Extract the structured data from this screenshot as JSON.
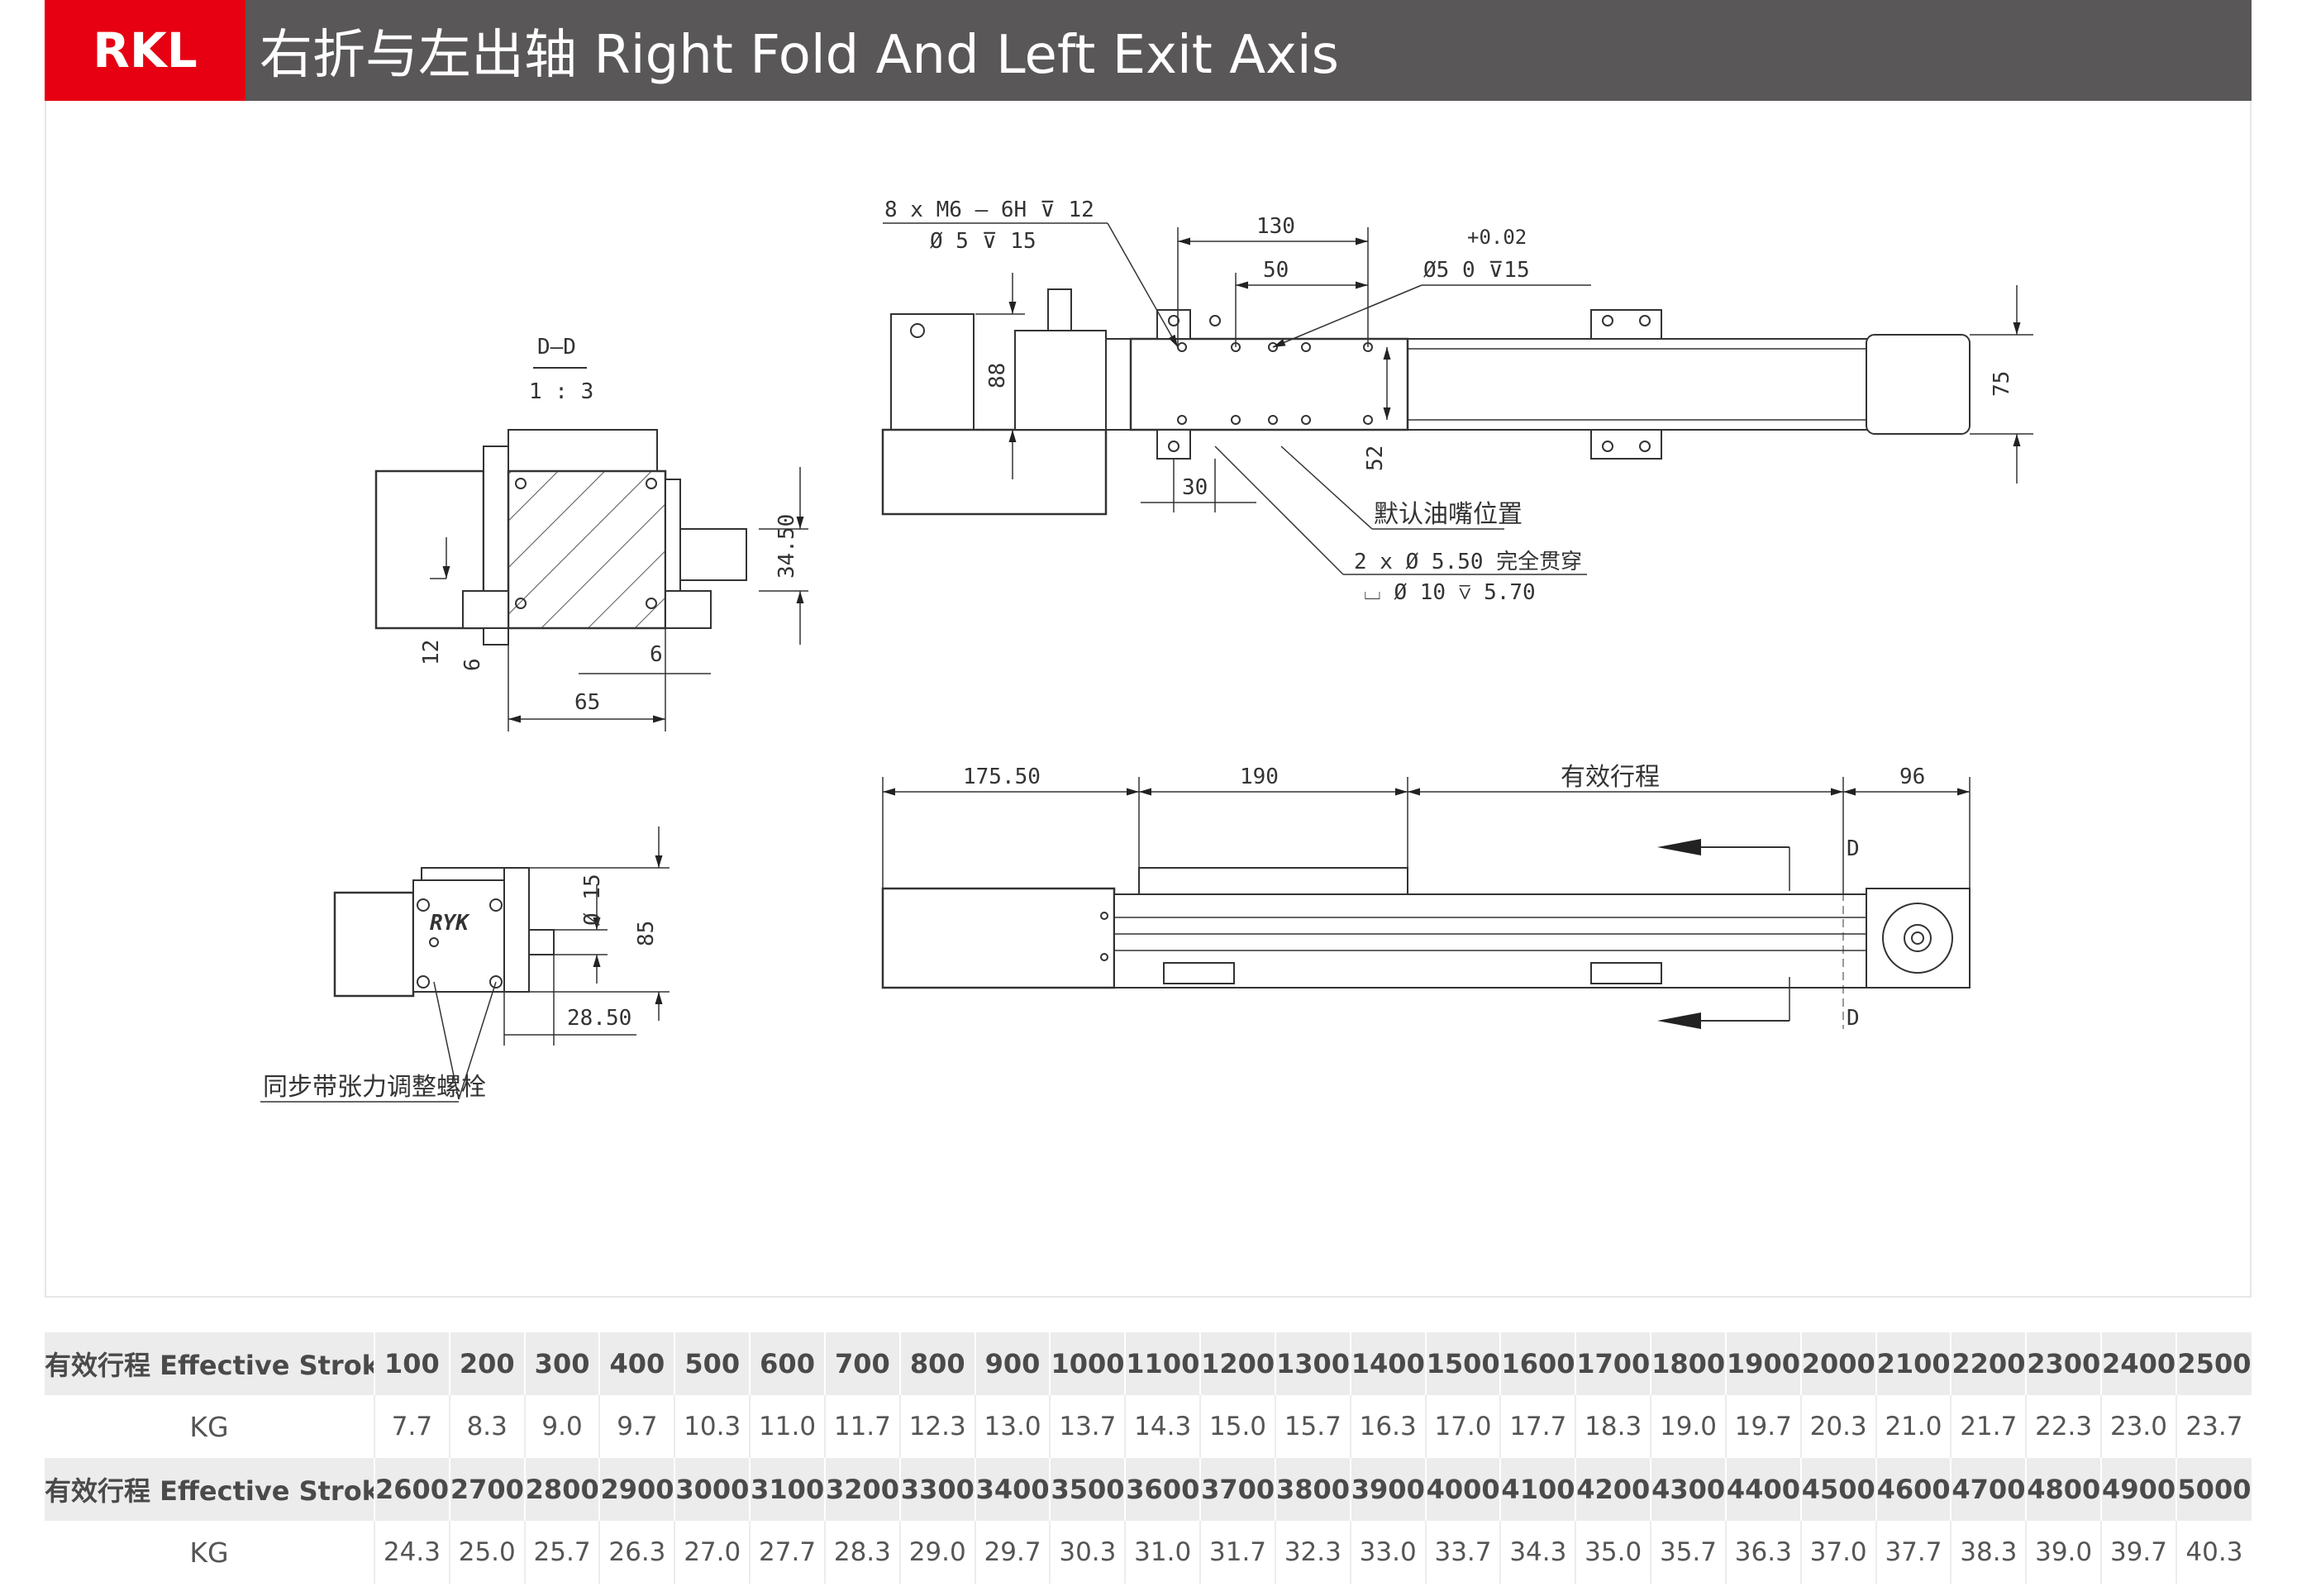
{
  "header": {
    "badge": "RKL",
    "title": "右折与左出轴 Right Fold And Left Exit Axis"
  },
  "drawing": {
    "section_view": {
      "label": "D–D",
      "scale": "1 : 3"
    },
    "dimensions": {
      "d130": "130",
      "d50": "50",
      "d88": "88",
      "d75": "75",
      "d52": "52",
      "d30": "30",
      "d34_50": "34.50",
      "d12": "12",
      "d6a": "6",
      "d6b": "6",
      "d65": "65",
      "d175_50": "175.50",
      "d190": "190",
      "d96": "96",
      "d_phi15": "Ø 15",
      "d85": "85",
      "d28_50": "28.50"
    },
    "callouts": {
      "thread_line1": "8 x  M6 – 6H ⊽ 12",
      "thread_line2": "Ø 5 ⊽ 15",
      "pin_tol": "+0.02",
      "pin_line": "Ø5   0   ⊽15",
      "grease": "默认油嘴位置",
      "hole_line1": "2 x  Ø 5.50 完全贯穿",
      "hole_line2": "⌴ Ø 10 ⊽ 5.70",
      "stroke": "有效行程",
      "section_mark_top": "D",
      "section_mark_bottom": "D",
      "tension_bolt": "同步带张力调整螺栓",
      "logo": "RYK"
    }
  },
  "table": {
    "rows": [
      {
        "kind": "stroke",
        "label": "有效行程 Effective Stroke",
        "values": [
          "100",
          "200",
          "300",
          "400",
          "500",
          "600",
          "700",
          "800",
          "900",
          "1000",
          "1100",
          "1200",
          "1300",
          "1400",
          "1500",
          "1600",
          "1700",
          "1800",
          "1900",
          "2000",
          "2100",
          "2200",
          "2300",
          "2400",
          "2500"
        ]
      },
      {
        "kind": "kg",
        "label": "KG",
        "values": [
          "7.7",
          "8.3",
          "9.0",
          "9.7",
          "10.3",
          "11.0",
          "11.7",
          "12.3",
          "13.0",
          "13.7",
          "14.3",
          "15.0",
          "15.7",
          "16.3",
          "17.0",
          "17.7",
          "18.3",
          "19.0",
          "19.7",
          "20.3",
          "21.0",
          "21.7",
          "22.3",
          "23.0",
          "23.7"
        ]
      },
      {
        "kind": "stroke",
        "label": "有效行程 Effective Stroke",
        "values": [
          "2600",
          "2700",
          "2800",
          "2900",
          "3000",
          "3100",
          "3200",
          "3300",
          "3400",
          "3500",
          "3600",
          "3700",
          "3800",
          "3900",
          "4000",
          "4100",
          "4200",
          "4300",
          "4400",
          "4500",
          "4600",
          "4700",
          "4800",
          "4900",
          "5000"
        ]
      },
      {
        "kind": "kg",
        "label": "KG",
        "values": [
          "24.3",
          "25.0",
          "25.7",
          "26.3",
          "27.0",
          "27.7",
          "28.3",
          "29.0",
          "29.7",
          "30.3",
          "31.0",
          "31.7",
          "32.3",
          "33.0",
          "33.7",
          "34.3",
          "35.0",
          "35.7",
          "36.3",
          "37.0",
          "37.7",
          "38.3",
          "39.0",
          "39.7",
          "40.3"
        ]
      }
    ]
  }
}
